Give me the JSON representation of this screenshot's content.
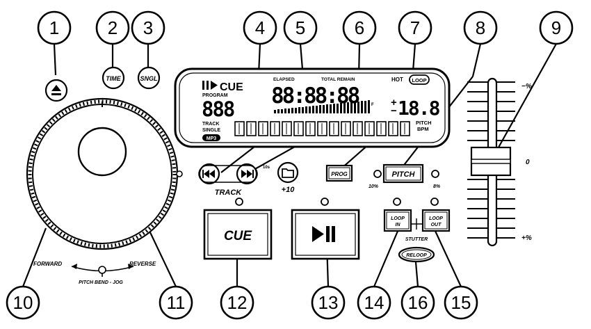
{
  "callouts": [
    "1",
    "2",
    "3",
    "4",
    "5",
    "6",
    "7",
    "8",
    "9",
    "10",
    "11",
    "12",
    "13",
    "14",
    "15",
    "16"
  ],
  "buttons": {
    "eject_icon": "eject-icon",
    "time": "TIME",
    "sngl": "SNGL",
    "prog": "PROG",
    "pitch": "PITCH",
    "cue": "CUE",
    "play_pause_icon": "play-pause-icon",
    "loop_in_line1": "LOOP",
    "loop_in_line2": "IN",
    "loop_out_line1": "LOOP",
    "loop_out_line2": "OUT",
    "reloop": "RELOOP",
    "folder_icon": "folder-icon"
  },
  "display": {
    "play_status": "CUE",
    "program": "PROGRAM",
    "program_digits": "888",
    "elapsed": "ELAPSED",
    "total_remain": "TOTAL REMAIN",
    "time_digits": "88:88:88",
    "frame_suffix": "F",
    "hot": "HOT",
    "loop": "LOOP",
    "pitch_sign_plus": "+",
    "pitch_sign_minus": "−",
    "pitch_digits": "18.8",
    "pitch": "PITCH",
    "bpm": "BPM",
    "track": "TRACK",
    "single": "SINGLE",
    "mp3": "MP3"
  },
  "labels": {
    "track": "TRACK",
    "track_10": "10s",
    "plus10": "+10",
    "pct10": "10%",
    "pct8": "8%",
    "stutter": "STUTTER",
    "forward": "FORWARD",
    "reverse": "REVERSE",
    "pitch_bend_jog": "PITCH BEND - JOG",
    "slider_minus": "−%",
    "slider_zero": "0",
    "slider_plus": "+%"
  }
}
